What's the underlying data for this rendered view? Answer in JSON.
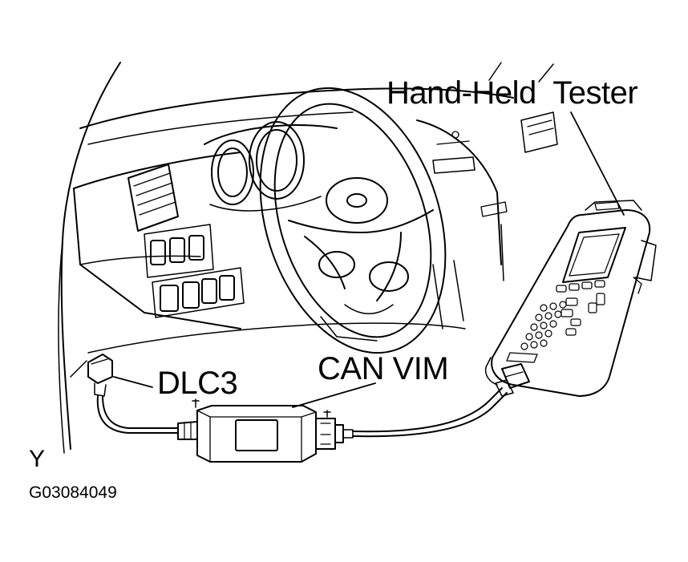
{
  "labels": {
    "hand_held_tester": "Hand-Held  Tester",
    "can_vim": "CAN VIM",
    "dlc3": "DLC3",
    "view_letter": "Y",
    "figure_id": "G03084049"
  },
  "colors": {
    "line": "#000000",
    "background": "#ffffff"
  }
}
